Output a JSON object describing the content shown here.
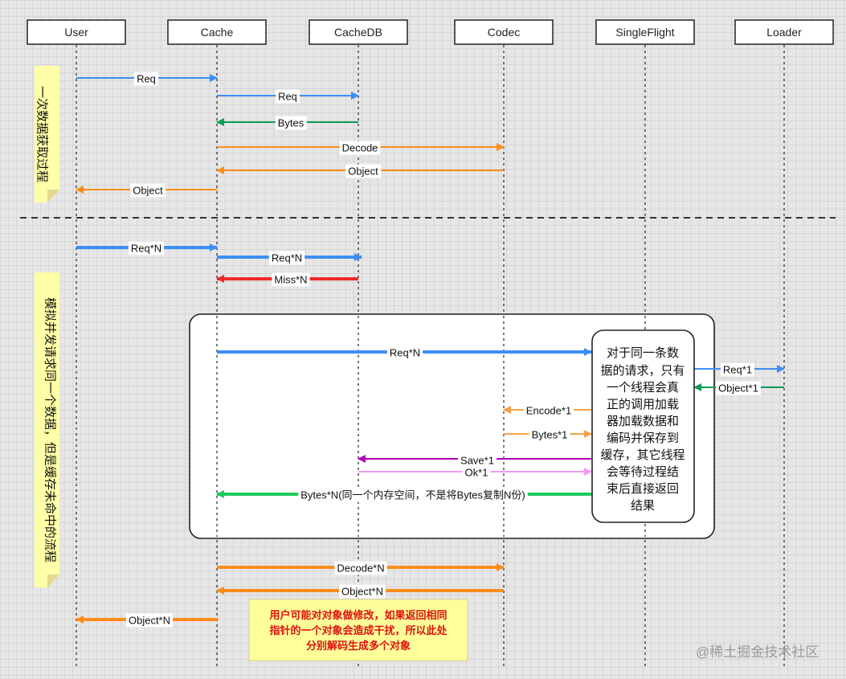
{
  "actors": [
    {
      "id": "user",
      "label": "User"
    },
    {
      "id": "cache",
      "label": "Cache"
    },
    {
      "id": "cachedb",
      "label": "CacheDB"
    },
    {
      "id": "codec",
      "label": "Codec"
    },
    {
      "id": "singleflight",
      "label": "SingleFlight"
    },
    {
      "id": "loader",
      "label": "Loader"
    }
  ],
  "colors": {
    "blue": "#3d8ff5",
    "green": "#0a9e52",
    "orange": "#ff8c1a",
    "red": "#f02a2a",
    "purple": "#b000b8",
    "pink": "#f29af2",
    "light_orange": "#f5a14a",
    "bright_green": "#1ec95c"
  },
  "side_notes": {
    "first": "一次数据获取过程",
    "second": "模拟并发请求同一个数据，但是缓存未命中的流程"
  },
  "messages": [
    {
      "id": "m1",
      "from": "user",
      "to": "cache",
      "label": "Req",
      "color": "blue",
      "weight": "thin"
    },
    {
      "id": "m2",
      "from": "cache",
      "to": "cachedb",
      "label": "Req",
      "color": "blue",
      "weight": "thin"
    },
    {
      "id": "m3",
      "from": "cachedb",
      "to": "cache",
      "label": "Bytes",
      "color": "green",
      "weight": "thin"
    },
    {
      "id": "m4",
      "from": "cache",
      "to": "codec",
      "label": "Decode",
      "color": "orange",
      "weight": "thin"
    },
    {
      "id": "m5",
      "from": "codec",
      "to": "cache",
      "label": "Object",
      "color": "orange",
      "weight": "thin"
    },
    {
      "id": "m6",
      "from": "cache",
      "to": "user",
      "label": "Object",
      "color": "orange",
      "weight": "thin"
    },
    {
      "id": "m7",
      "from": "user",
      "to": "cache",
      "label": "Req*N",
      "color": "blue",
      "weight": "thick"
    },
    {
      "id": "m8",
      "from": "cache",
      "to": "cachedb",
      "label": "Req*N",
      "color": "blue",
      "weight": "thick"
    },
    {
      "id": "m9",
      "from": "cachedb",
      "to": "cache",
      "label": "Miss*N",
      "color": "red",
      "weight": "thick"
    },
    {
      "id": "m10",
      "from": "cache",
      "to": "singleflight",
      "label": "Req*N",
      "color": "blue",
      "weight": "thick"
    },
    {
      "id": "m11",
      "from": "singleflight",
      "to": "loader",
      "label": "Req*1",
      "color": "blue",
      "weight": "thin"
    },
    {
      "id": "m12",
      "from": "loader",
      "to": "singleflight",
      "label": "Object*1",
      "color": "green",
      "weight": "thin"
    },
    {
      "id": "m13",
      "from": "singleflight",
      "to": "codec",
      "label": "Encode*1",
      "color": "light_orange",
      "weight": "thin"
    },
    {
      "id": "m14",
      "from": "codec",
      "to": "singleflight",
      "label": "Bytes*1",
      "color": "light_orange",
      "weight": "thin"
    },
    {
      "id": "m15",
      "from": "singleflight",
      "to": "cachedb",
      "label": "Save*1",
      "color": "purple",
      "weight": "thin"
    },
    {
      "id": "m16",
      "from": "cachedb",
      "to": "singleflight",
      "label": "Ok*1",
      "color": "pink",
      "weight": "thin"
    },
    {
      "id": "m17",
      "from": "singleflight",
      "to": "cache",
      "label": "Bytes*N(同一个内存空间，不是将Bytes复制N份)",
      "color": "bright_green",
      "weight": "thick"
    },
    {
      "id": "m18",
      "from": "cache",
      "to": "codec",
      "label": "Decode*N",
      "color": "orange",
      "weight": "thick"
    },
    {
      "id": "m19",
      "from": "codec",
      "to": "cache",
      "label": "Object*N",
      "color": "orange",
      "weight": "thick"
    },
    {
      "id": "m20",
      "from": "cache",
      "to": "user",
      "label": "Object*N",
      "color": "orange",
      "weight": "thick"
    }
  ],
  "singleflight_note": [
    "对于同一条数",
    "据的请求，只有",
    "一个线程会真",
    "正的调用加载",
    "器加载数据和",
    "编码并保存到",
    "缓存，其它线程",
    "会等待过程结",
    "束后直接返回",
    "结果"
  ],
  "red_note": [
    "用户可能对对象做修改，如果返回相同",
    "指针的一个对象会造成干扰，所以此处",
    "分别解码生成多个对象"
  ],
  "watermark": "@稀土掘金技术社区"
}
